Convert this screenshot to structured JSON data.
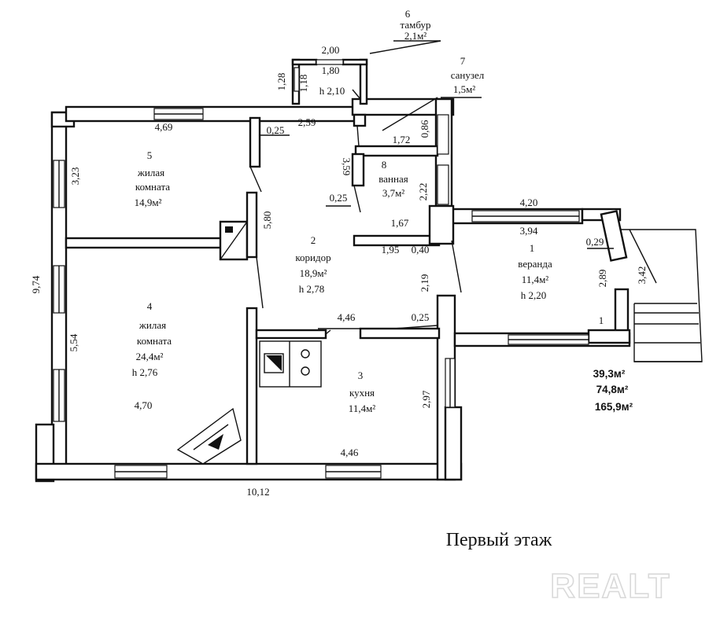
{
  "rooms": [
    {
      "num": "1",
      "name": "веранда",
      "area": "11,4м²",
      "height": "h  2,20"
    },
    {
      "num": "2",
      "name": "коридор",
      "area": "18,9м²",
      "height": "h  2,78"
    },
    {
      "num": "3",
      "name": "кухня",
      "area": "11,4м²"
    },
    {
      "num": "4",
      "name_l1": "жилая",
      "name_l2": "комната",
      "area": "24,4м²",
      "height": "h  2,76"
    },
    {
      "num": "5",
      "name_l1": "жилая",
      "name_l2": "комната",
      "area": "14,9м²"
    },
    {
      "num": "6",
      "name": "тамбур",
      "area": "2,1м²"
    },
    {
      "num": "7",
      "name": "санузел",
      "area": "1,5м²"
    },
    {
      "num": "8",
      "name": "ванная",
      "area": "3,7м²"
    }
  ],
  "dims": {
    "d200": "2,00",
    "d180": "1,80",
    "d128": "1,28",
    "d118": "1,18",
    "h210": "h  2,10",
    "d259": "2,59",
    "d469": "4,69",
    "d025a": "0,25",
    "d323": "3,23",
    "d580": "5,80",
    "d974": "9,74",
    "d554": "5,54",
    "d470": "4,70",
    "d1012": "10,12",
    "d172": "1,72",
    "d086": "0,86",
    "d359": "3,59",
    "d025b": "0,25",
    "d222": "2,22",
    "d167": "1,67",
    "d195": "1,95",
    "d040": "0,40",
    "d219": "2,19",
    "d446a": "4,46",
    "d025c": "0,25",
    "d297": "2,97",
    "d446b": "4,46",
    "d420": "4,20",
    "d394": "3,94",
    "d029": "0,29",
    "d289": "2,89",
    "d342": "3,42",
    "d1": "1"
  },
  "totals": [
    "39,3м²",
    "74,8м²",
    "165,9м²"
  ],
  "floor_title": "Первый этаж",
  "watermark": "REALT"
}
